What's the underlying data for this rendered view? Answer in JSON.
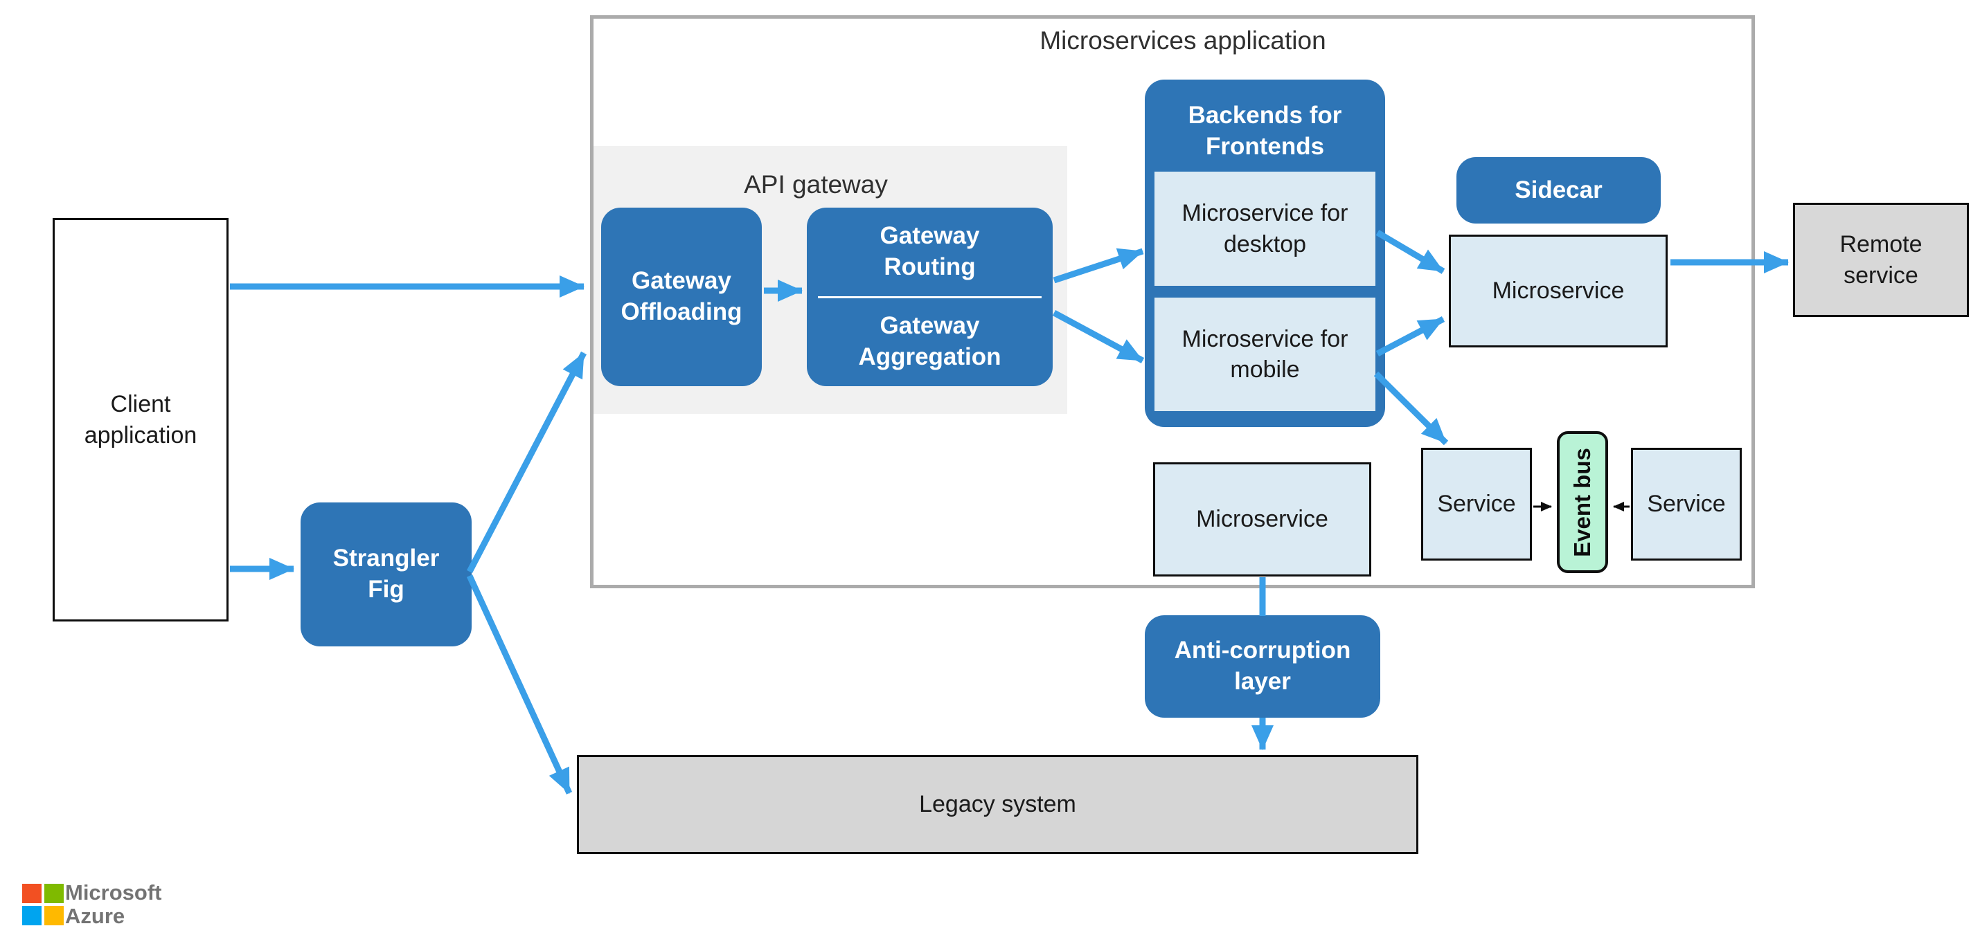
{
  "diagram": {
    "title": "Microservices application",
    "api_gateway_label": "API gateway",
    "nodes": {
      "client": "Client application",
      "strangler": "Strangler Fig",
      "gateway_offloading": "Gateway Offloading",
      "gateway_routing": "Gateway Routing",
      "gateway_aggregation": "Gateway Aggregation",
      "backends_for_frontends": "Backends for Frontends",
      "microservice_desktop": "Microservice for desktop",
      "microservice_mobile": "Microservice for mobile",
      "sidecar": "Sidecar",
      "microservice_sidecar": "Microservice",
      "remote_service": "Remote service",
      "service_left": "Service",
      "event_bus": "Event bus",
      "service_right": "Service",
      "microservice_bottom": "Microservice",
      "anti_corruption_layer": "Anti-corruption layer",
      "legacy_system": "Legacy system"
    },
    "edges": [
      {
        "from": "client",
        "to": "api-gateway",
        "style": "blue-arrow"
      },
      {
        "from": "client",
        "to": "strangler",
        "style": "blue-arrow"
      },
      {
        "from": "strangler",
        "to": "api-gateway",
        "style": "blue-arrow"
      },
      {
        "from": "strangler",
        "to": "legacy_system",
        "style": "blue-arrow"
      },
      {
        "from": "gateway_offloading",
        "to": "gateway_routing",
        "style": "blue-arrow"
      },
      {
        "from": "gateway_routing",
        "to": "microservice_desktop",
        "style": "blue-arrow"
      },
      {
        "from": "gateway_routing",
        "to": "microservice_mobile",
        "style": "blue-arrow"
      },
      {
        "from": "microservice_desktop",
        "to": "microservice_sidecar",
        "style": "blue-arrow"
      },
      {
        "from": "microservice_mobile",
        "to": "microservice_sidecar",
        "style": "blue-arrow"
      },
      {
        "from": "microservice_mobile",
        "to": "service_left",
        "style": "blue-arrow"
      },
      {
        "from": "microservice_sidecar",
        "to": "remote_service",
        "style": "blue-arrow"
      },
      {
        "from": "microservice_bottom",
        "to": "anti_corruption_layer",
        "style": "blue-line"
      },
      {
        "from": "anti_corruption_layer",
        "to": "legacy_system",
        "style": "blue-arrow"
      },
      {
        "from": "service_left",
        "to": "event_bus",
        "style": "black-arrow"
      },
      {
        "from": "service_right",
        "to": "event_bus",
        "style": "black-arrow"
      }
    ],
    "colors": {
      "blue": "#2E75B6",
      "light_blue": "#DBEAF3",
      "arrow_blue": "#3A9FE8",
      "event_bus_green": "#B9F3D6",
      "gray_box": "#D8D8D8",
      "panel_gray": "#F1F1F1",
      "container_border": "#ABABAB",
      "logo_red": "#F25022",
      "logo_green": "#7FBA00",
      "logo_blue": "#00A4EF",
      "logo_yellow": "#FFB900",
      "logo_text_gray": "#737373"
    },
    "logo": {
      "line1": "Microsoft",
      "line2": "Azure"
    }
  }
}
